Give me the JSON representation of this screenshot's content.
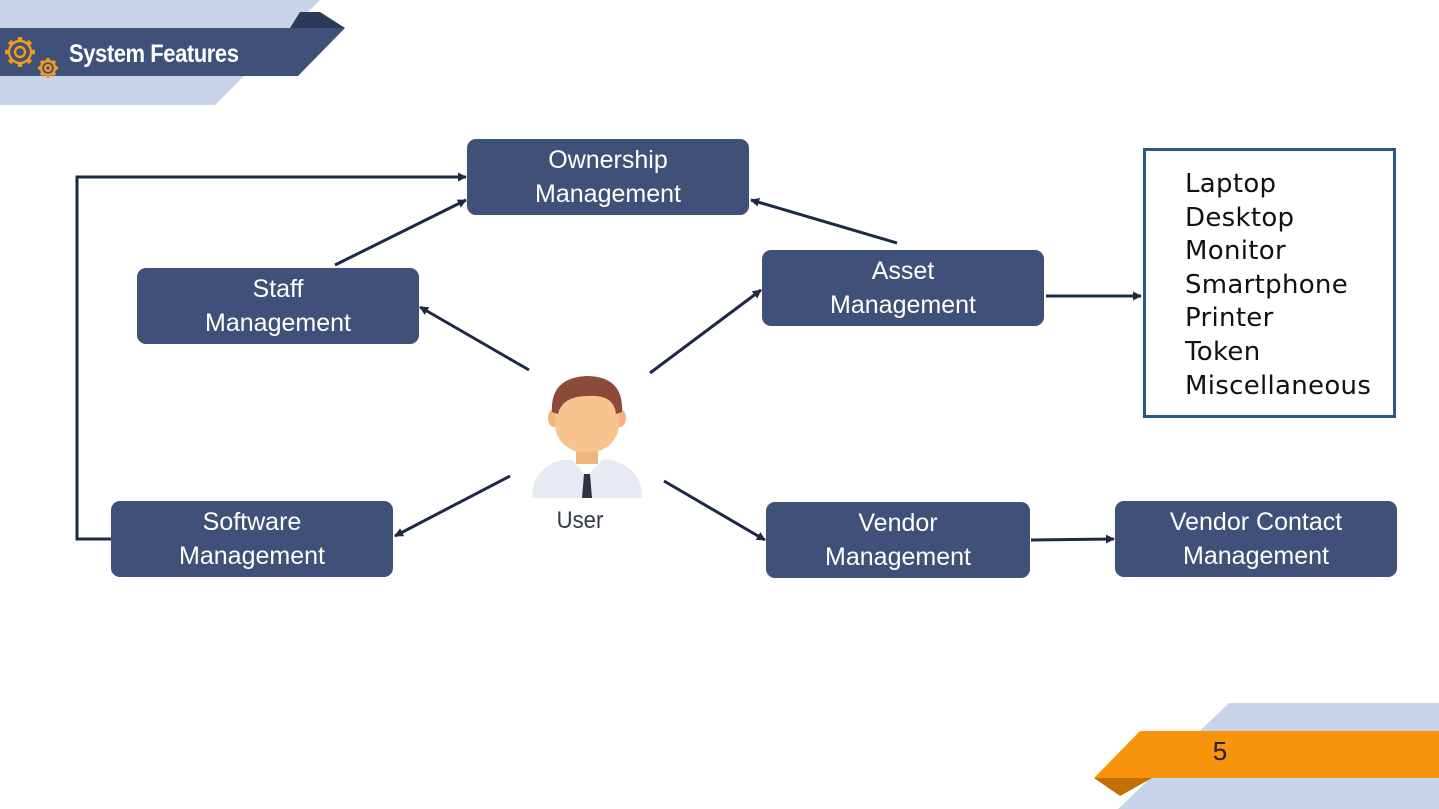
{
  "header": {
    "title": "System Features",
    "icon": "gears-icon",
    "accent": "#f39a1e",
    "band_color": "#3f5178"
  },
  "nodes": {
    "ownership": "Ownership\nManagement",
    "staff": "Staff\nManagement",
    "asset": "Asset\nManagement",
    "software": "Software\nManagement",
    "vendor": "Vendor\nManagement",
    "vendor_contact": "Vendor Contact\nManagement"
  },
  "user": {
    "label": "User",
    "icon": "person-avatar-icon"
  },
  "asset_types": [
    "Laptop",
    "Desktop",
    "Monitor",
    "Smartphone",
    "Printer",
    "Token",
    "Miscellaneous"
  ],
  "footer": {
    "page_number": "5",
    "accent": "#f7940b"
  },
  "colors": {
    "node_fill": "#3f5178",
    "arrow": "#1e2a44",
    "list_border": "#2a5a84",
    "light_band": "#c9d4ea"
  }
}
